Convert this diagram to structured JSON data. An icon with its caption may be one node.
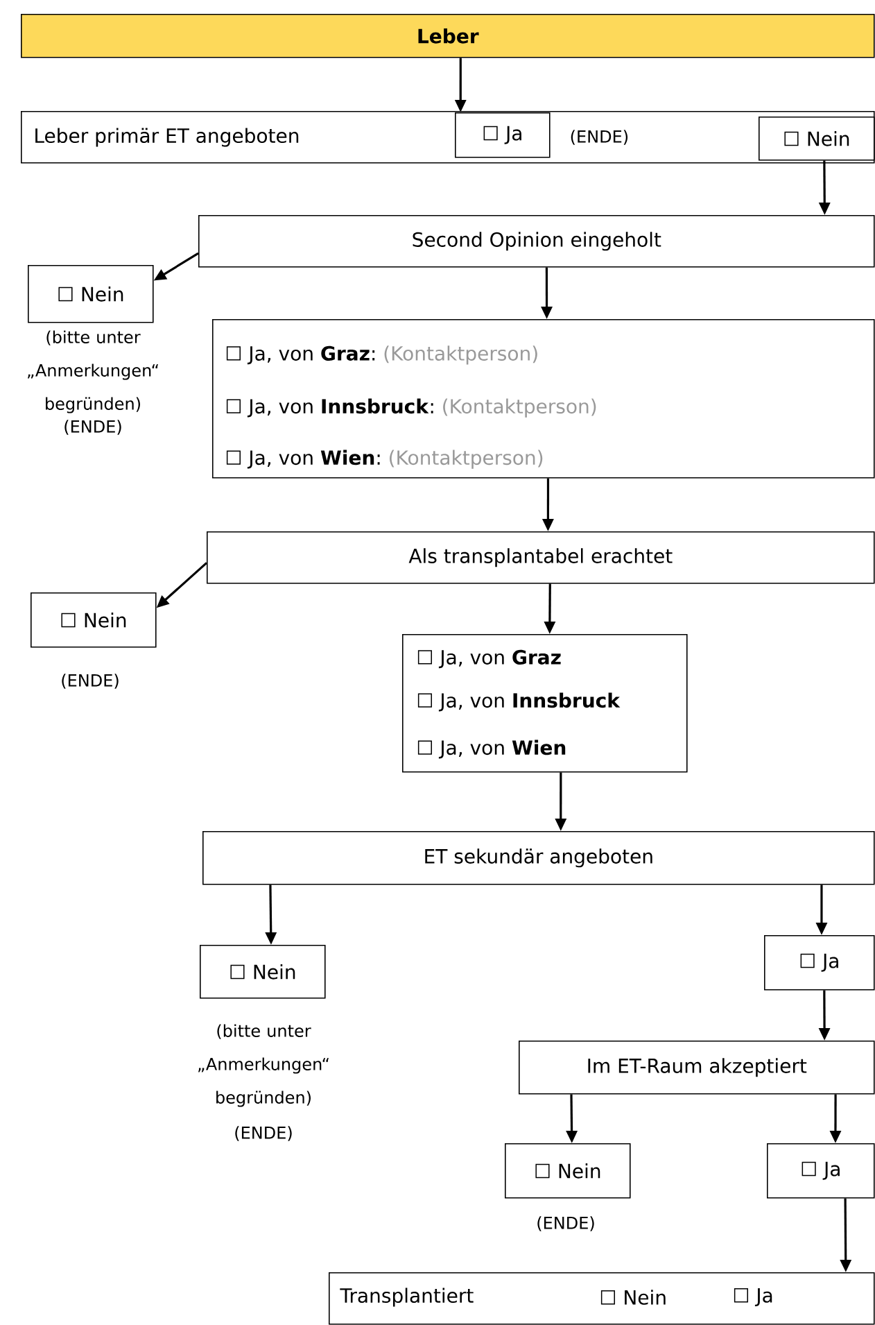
{
  "diagram": {
    "nodes": [
      {
        "text": [
          "Leber"
        ]
      },
      {
        "text": [
          "Leber primär ET angeboten"
        ]
      },
      {
        "text": [
          "☐ Ja"
        ],
        "in": 1,
        "beside": [
          "(ENDE)"
        ]
      },
      {
        "text": [
          "☐ Nein"
        ],
        "in": 1
      },
      {
        "text": [
          "Second Opinion eingeholt"
        ]
      },
      {
        "text": [
          "☐ Nein"
        ],
        "beside": [
          "(bitte unter „Anmerkungen“ begründen)",
          "(ENDE)"
        ]
      },
      {
        "text": [
          "☐ Ja, von **Graz**:",
          "(Kontaktperson)",
          "☐ Ja, von **Innsbruck**:",
          "(Kontaktperson)",
          "☐ Ja, von **Wien**:",
          "(Kontaktperson)"
        ]
      },
      {
        "text": [
          "Als transplantabel erachtet"
        ]
      },
      {
        "text": [
          "☐ Nein"
        ],
        "beside": [
          "(ENDE)"
        ]
      },
      {
        "text": [
          "☐ Ja, von **Graz**",
          "☐ Ja, von **Innsbruck**",
          "☐ Ja, von **Wien**"
        ]
      },
      {
        "text": [
          "ET sekundär angeboten"
        ]
      },
      {
        "text": [
          "☐ Nein"
        ],
        "beside": [
          "(bitte unter „Anmerkungen“ begründen)",
          "(ENDE)"
        ]
      },
      {
        "text": [
          "☐ Ja"
        ]
      },
      {
        "text": [
          "Im ET-Raum akzeptiert"
        ]
      },
      {
        "text": [
          "☐ Nein"
        ],
        "beside": [
          "(ENDE)"
        ]
      },
      {
        "text": [
          "☐ Ja"
        ]
      },
      {
        "text": [
          "Transplantiert",
          "☐ Nein",
          "☐ Ja"
        ]
      }
    ],
    "edges": [
      {
        "from": 0,
        "to": 2,
        "arrow": "to"
      },
      {
        "from": 3,
        "to": 4,
        "arrow": "to"
      },
      {
        "from": 4,
        "to": 5,
        "arrow": "to"
      },
      {
        "from": 4,
        "to": 6,
        "arrow": "to"
      },
      {
        "from": 6,
        "to": 7,
        "arrow": "to"
      },
      {
        "from": 7,
        "to": 8,
        "arrow": "to"
      },
      {
        "from": 7,
        "to": 9,
        "arrow": "to"
      },
      {
        "from": 9,
        "to": 10,
        "arrow": "to"
      },
      {
        "from": 10,
        "to": 11,
        "arrow": "to"
      },
      {
        "from": 10,
        "to": 12,
        "arrow": "to"
      },
      {
        "from": 12,
        "to": 13,
        "arrow": "to"
      },
      {
        "from": 13,
        "to": 14,
        "arrow": "to"
      },
      {
        "from": 13,
        "to": 15,
        "arrow": "to"
      },
      {
        "from": 15,
        "to": 16,
        "arrow": "to"
      }
    ]
  }
}
